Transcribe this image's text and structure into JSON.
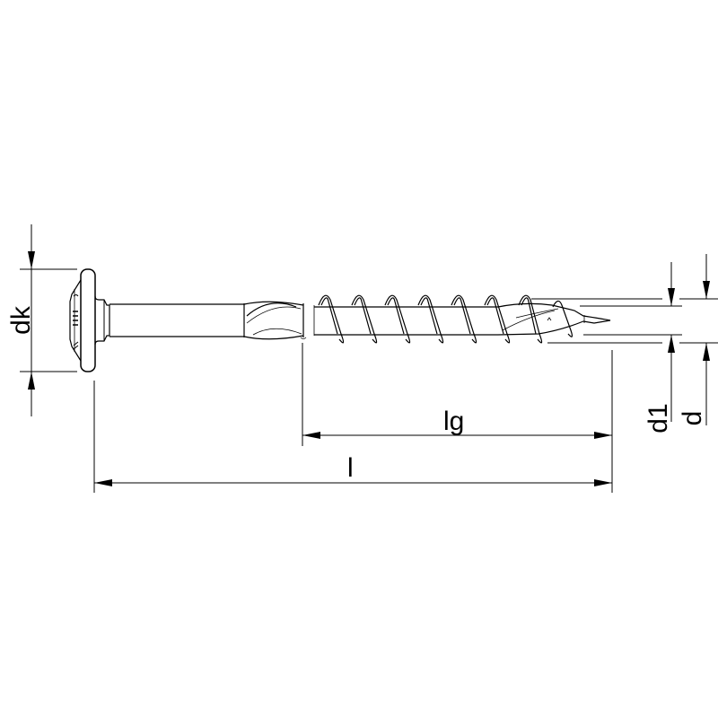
{
  "drawing": {
    "subject": "wood construction screw with washer head",
    "stroke_color": "#000000",
    "background_color": "#ffffff"
  },
  "dimensions": {
    "dk": {
      "label": "dk",
      "description": "head diameter"
    },
    "l": {
      "label": "l",
      "description": "total length"
    },
    "lg": {
      "label": "lg",
      "description": "thread length"
    },
    "d1": {
      "label": "d1",
      "description": "core diameter"
    },
    "d": {
      "label": "d",
      "description": "thread diameter"
    }
  }
}
